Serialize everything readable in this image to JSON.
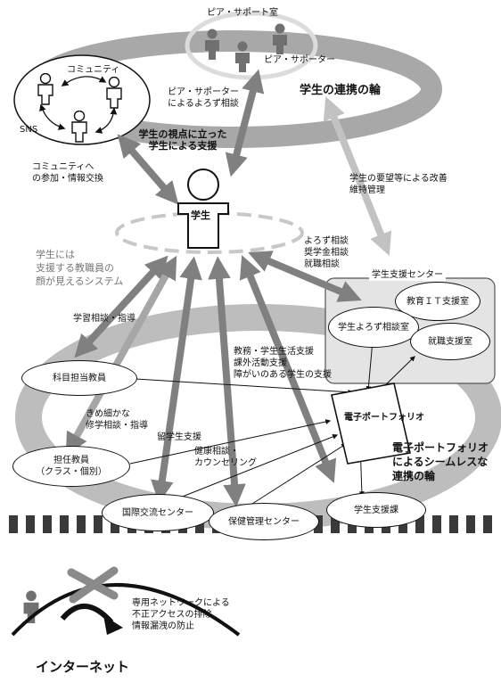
{
  "peer_support": {
    "room_label": "ピア・サポート室",
    "supporter_label": "ピア・サポーター",
    "consult_label_1": "ピア・サポーター",
    "consult_label_2": "によるよろず相談"
  },
  "community": {
    "label": "コミュニティ",
    "sns_label": "SNS",
    "participation_1": "コミュニティへ",
    "participation_2": "の参加・情報交換"
  },
  "student_ring": {
    "title": "学生の連携の輪",
    "support_1": "学生の視点に立った",
    "support_2": "学生による支援"
  },
  "student": {
    "label": "学生"
  },
  "improvement": {
    "line1": "学生の要望等による改善",
    "line2": "維持管理"
  },
  "faculty_visible": {
    "line1": "学生には",
    "line2": "支援する教職員の",
    "line3": "顔が見えるシステム"
  },
  "center_consult": {
    "line1": "よろず相談",
    "line2": "奨学金相談",
    "line3": "就職相談"
  },
  "support_center": {
    "title": "学生支援センター",
    "yorozu": "学生よろず相談室",
    "it": "教育ＩＴ支援室",
    "career": "就職支援室"
  },
  "labels": {
    "study": "学習相談・指導",
    "academic_1": "教務・学生生活支援",
    "academic_2": "課外活動支援",
    "academic_3": "障がいのある学生の支援",
    "fine_1": "きめ細かな",
    "fine_2": "修学相談・指導",
    "study_abroad": "留学生支援",
    "health_1": "健康相談・",
    "health_2": "カウンセリング"
  },
  "nodes": {
    "subject_teacher": "科目担当教員",
    "homeroom_1": "担任教員",
    "homeroom_2": "（クラス・個別）",
    "intl": "国際交流センター",
    "health": "保健管理センター",
    "student_support": "学生支援課",
    "portfolio": "電子ポートフォリオ"
  },
  "portfolio_ring": {
    "line1": "電子ポートフォリオ",
    "line2": "によるシームレスな",
    "line3": "連携の輪"
  },
  "network": {
    "line1": "専用ネットワークによる",
    "line2": "不正アクセスの排除",
    "line3": "情報漏洩の防止",
    "internet": "インターネット"
  }
}
